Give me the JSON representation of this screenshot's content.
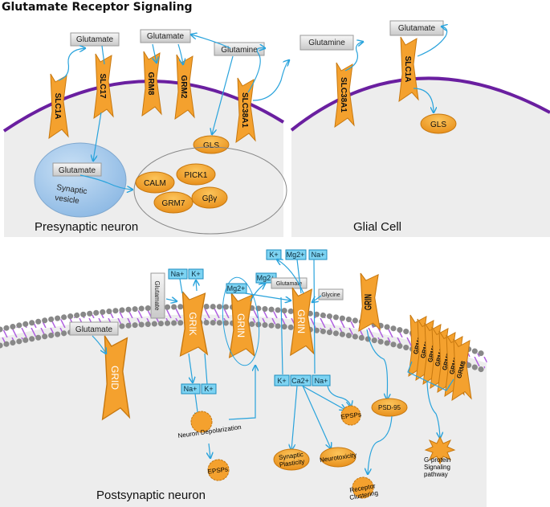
{
  "title": "Glutamate Receptor Signaling",
  "colors": {
    "receptor": "#F4A12E",
    "ion_box": "#7DD3F2",
    "arrow": "#29A3DC",
    "membrane_pre": "#6A1FA0",
    "cell_fill": "#EDEDED",
    "vesicle": "#9CC5EA"
  },
  "presynaptic": {
    "label": "Presynaptic neuron",
    "glutamate_1": "Glutamate",
    "glutamate_2": "Glutamate",
    "glutamine": "Glutamine",
    "receptors": [
      "SLC1A",
      "SLC17",
      "GRM8",
      "GRM2",
      "SLC38A1"
    ],
    "gls": "GLS",
    "vesicle_glutamate": "Glutamate",
    "vesicle_label_1": "Synaptic",
    "vesicle_label_2": "vesicle",
    "complex": [
      "CALM",
      "PICK1",
      "GRM7",
      "Gβγ"
    ]
  },
  "glial": {
    "label": "Glial Cell",
    "glutamine": "Glutamine",
    "glutamate": "Glutamate",
    "receptors": [
      "SLC38A1",
      "SLC1A"
    ],
    "gls": "GLS"
  },
  "postsynaptic": {
    "label": "Postsynaptic neuron",
    "grid_glutamate": "Glutamate",
    "grid": "GRID",
    "grik_glutamate": "Glutamate",
    "grik": "GRIK",
    "grik_ions_top": [
      "Na+",
      "K+"
    ],
    "grik_ions_bottom": [
      "Na+",
      "K+"
    ],
    "neuron_depolarization": "Neuron Depolarization",
    "epsps_1": "EPSPs",
    "grin_1": "GRIN",
    "mg_1": "Mg2+",
    "mg_2": "Mg2+",
    "grin_2_ions_top": [
      "K+",
      "Mg2+",
      "Na+"
    ],
    "grin_2_glutamate": "Glutamate",
    "glycine": "Glycine",
    "grin_2": "GRIN",
    "grin_2_ions_bottom": [
      "K+",
      "Ca2+",
      "Na+"
    ],
    "epsps_2": "EPSPs",
    "synaptic_plasticity_1": "Synaptic",
    "synaptic_plasticity_2": "Plasticity",
    "neurotoxicity": "Neurotoxicity",
    "grin_3": "GRIN",
    "psd95": "PSD-95",
    "receptor_clustering_1": "Receptor",
    "receptor_clustering_2": "Clustering",
    "grm_cluster": [
      "GRM1",
      "GRM2",
      "GRM3",
      "GRM4",
      "GRM5",
      "GRM6",
      "GRM8"
    ],
    "gprotein_1": "G-protein",
    "gprotein_2": "Signaling",
    "gprotein_3": "pathway"
  }
}
